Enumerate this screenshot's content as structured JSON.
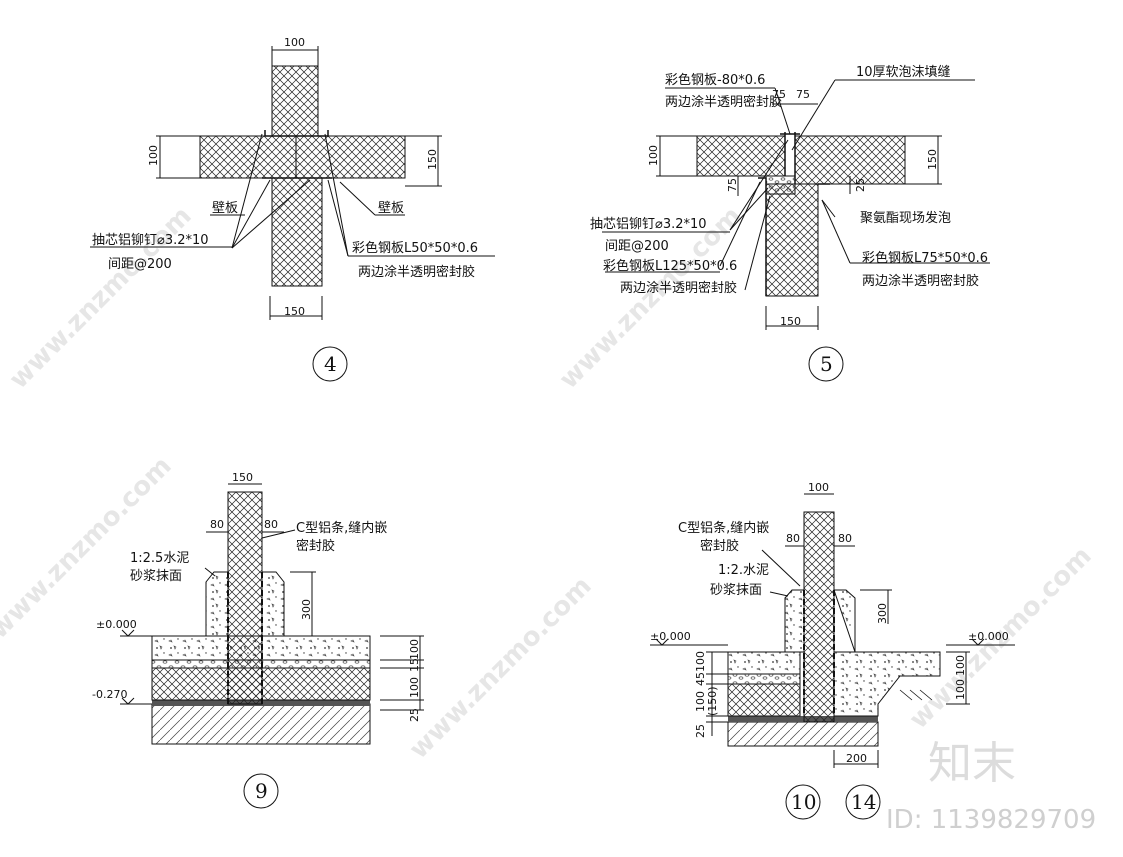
{
  "watermark": {
    "site": "www.znzmo.com",
    "logo": "知末",
    "id": "ID: 1139829709"
  },
  "detail4": {
    "number": "4",
    "dim_top": "100",
    "dim_bottom": "150",
    "dim_left": "100",
    "dim_right": "150",
    "label_wall_left": "壁板",
    "label_wall_right": "壁板",
    "label_rivet": "抽芯铝铆钉⌀3.2*10",
    "label_spacing": "间距@200",
    "label_steel": "彩色钢板L50*50*0.6",
    "label_sealant": "两边涂半透明密封胶"
  },
  "detail5": {
    "number": "5",
    "dim_bottom": "150",
    "dim_left": "100",
    "dim_right": "150",
    "dim_75a": "75",
    "dim_75b": "75",
    "dim_75c": "75",
    "dim_25": "25",
    "label_plate": "彩色钢板-80*0.6",
    "label_plate_sealant": "两边涂半透明密封胶",
    "label_foam": "10厚软泡沫填缝",
    "label_polyurethane": "聚氨酯现场发泡",
    "label_rivet": "抽芯铝铆钉⌀3.2*10",
    "label_spacing": "间距@200",
    "label_steel_l125": "彩色钢板L125*50*0.6",
    "label_sealant_l125": "两边涂半透明密封胶",
    "label_steel_l75": "彩色钢板L75*50*0.6",
    "label_sealant_l75": "两边涂半透明密封胶"
  },
  "detail9": {
    "number": "9",
    "dim_top": "150",
    "dim_80a": "80",
    "dim_80b": "80",
    "dim_300": "300",
    "dim_100a": "100",
    "dim_15": "15",
    "dim_100b": "100",
    "dim_25": "25",
    "label_c_strip": "C型铝条,缝内嵌",
    "label_c_sealant": "密封胶",
    "label_mortar1": "1:2.5水泥",
    "label_mortar2": "砂浆抹面",
    "level_0": "±0.000",
    "level_neg": "-0.270"
  },
  "detail10": {
    "number_a": "10",
    "number_b": "14",
    "dim_top": "100",
    "dim_80a": "80",
    "dim_80b": "80",
    "dim_300": "300",
    "dim_100a": "100",
    "dim_45": "45",
    "dim_150": "(150)",
    "dim_100b": "100",
    "dim_25": "25",
    "dim_100r1": "100",
    "dim_100r2": "100",
    "dim_200": "200",
    "label_c_strip": "C型铝条,缝内嵌",
    "label_c_sealant": "密封胶",
    "label_mortar1": "1:2.水泥",
    "label_mortar2": "砂浆抹面",
    "level_left": "±0.000",
    "level_right": "±0.000"
  }
}
